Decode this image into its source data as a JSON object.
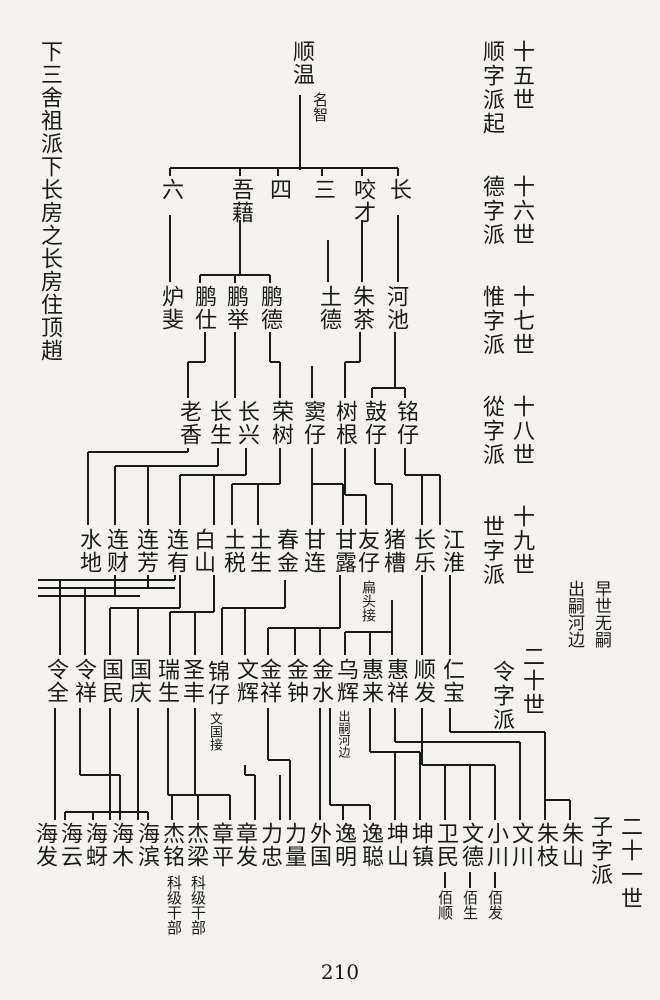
{
  "title": "下三舍祖派下长房之长房住顶趙",
  "page_number": "210",
  "generations": [
    {
      "n": "十五世",
      "p": "顺字派起"
    },
    {
      "n": "十六世",
      "p": "德字派"
    },
    {
      "n": "十七世",
      "p": "惟字派"
    },
    {
      "n": "十八世",
      "p": "從字派"
    },
    {
      "n": "十九世",
      "p": "世字派"
    },
    {
      "n": "二十世",
      "p": "令字派"
    },
    {
      "n": "二十一世",
      "p": "子字派"
    }
  ],
  "side_notes": [
    "早世无嗣",
    "出嗣河边"
  ],
  "g15": {
    "name": "顺温",
    "note": "名智"
  },
  "g16": [
    "长",
    "咬才",
    "三",
    "四",
    "吾藉",
    "六"
  ],
  "g17": [
    "河池",
    "朱茶",
    "土德",
    "鹏德",
    "鹏举",
    "鹏仕",
    "炉斐"
  ],
  "g18": [
    "铭仔",
    "鼓仔",
    "树根",
    "窦仔",
    "荣树",
    "长兴",
    "长生",
    "老香"
  ],
  "g19": [
    "江淮",
    "长乐",
    "猪槽",
    "友仔",
    "甘露",
    "甘连",
    "春金",
    "土生",
    "土税",
    "白山",
    "连有",
    "连芳",
    "连财",
    "水地"
  ],
  "g19_note": "扁头接",
  "g20": [
    "仁宝",
    "顺发",
    "惠祥",
    "惠来",
    "乌辉",
    "金水",
    "金钟",
    "金祥",
    "文辉",
    "锦仔",
    "圣丰",
    "瑞生",
    "国庆",
    "国民",
    "令祥",
    "令全"
  ],
  "g20_notes": {
    "wuhui": "出嗣河边",
    "jinzai": "文国接"
  },
  "g21": [
    "朱山",
    "朱枝",
    "文川",
    "小川",
    "文德",
    "卫民",
    "坤镇",
    "坤山",
    "逸聪",
    "逸明",
    "外国",
    "力量",
    "力忠",
    "章发",
    "章平",
    "杰梁",
    "杰铭",
    "海滨",
    "海木",
    "海蚜",
    "海云",
    "海发"
  ],
  "g21_sub": {
    "weimin": "佰顺",
    "wende": "佰生",
    "xiaochuan": "佰发"
  },
  "g21_notes": {
    "jieliang": "科级干部",
    "jieming": "科级干部"
  }
}
